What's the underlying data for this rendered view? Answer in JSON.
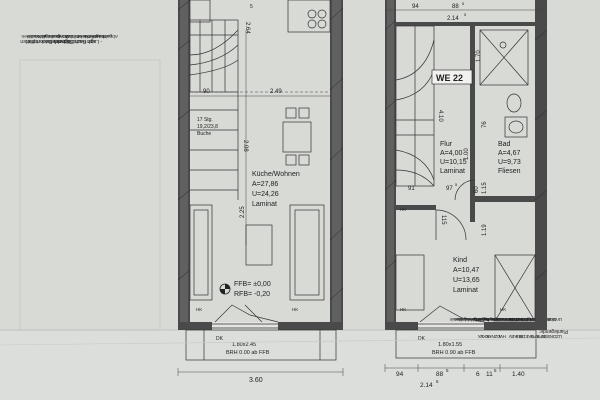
{
  "notes": {
    "hinweise_title": "Hinweise:",
    "lage_lines": [
      "- Lage Grundflächenfenster richtet",
      "sich nach Lage der Deckenplatten"
    ],
    "abhaengig_lines": [
      "Abgehängte Decke in WC, Bad und Küche",
      "nach Höhe der Entlüftungselemente.",
      "Raumhöhe so hoch wie möglich wählen"
    ],
    "planlegende_title": "Planlegende:",
    "legend_codes": [
      "UZ",
      "OK",
      "SBS",
      "BFB",
      "RFB",
      "UK",
      "EDB",
      "IBB",
      "AB",
      "V",
      "HW",
      "UZ",
      "NKL",
      "RKL",
      "VK"
    ],
    "legend_texts": [
      "Unterzug",
      "Oberkante",
      "Sturzoberkante Decke",
      "Brüstungsoberkante",
      "Rohfußboden",
      "Unterkante",
      "Estrichdämmung",
      "Installationswand",
      "Abwasserleitung",
      "Vorwandinstallation",
      "Heizungsverteiler",
      "Unterzug",
      "Nebenabgaskamin",
      "Rauchabzugskamin",
      "Verkehrslasten"
    ]
  },
  "left_unit": {
    "top_dims": [
      "2.64",
      "5"
    ],
    "stair_label_lines": [
      "17 Stg.",
      "19,2/23,8",
      "Buche"
    ],
    "dim_90": "90",
    "dim_249": "2.49",
    "dim_208": "2.08",
    "dim_225": "2.25",
    "room_name": "Küche/Wohnen",
    "room_area": "A=27,86",
    "room_perimeter": "U=24,26",
    "room_floor": "Laminat",
    "ffb": "FFB= ±0,00",
    "rfb": "RFB= -0,20",
    "window_lines": [
      "1.80x2.45",
      "BRH 0.00 ab FFB"
    ],
    "dk": "DK",
    "hk": "HK",
    "bottom_dim": "3.60"
  },
  "right_unit": {
    "top_dims": [
      "94",
      "88",
      "5",
      "2.14",
      "5"
    ],
    "unit_label": "WE 22",
    "flur_name": "Flur",
    "flur_area": "A=4,00",
    "flur_perimeter": "U=10,15",
    "flur_floor": "Laminat",
    "bad_name": "Bad",
    "bad_area": "A=4,67",
    "bad_perimeter": "U=9,73",
    "bad_floor": "Fliesen",
    "kind_name": "Kind",
    "kind_area": "A=10,47",
    "kind_perimeter": "U=13,65",
    "kind_floor": "Laminat",
    "dims": {
      "d410": "4.10",
      "d170": "1.70",
      "d76": "76",
      "d100": "1.00",
      "d91": "91",
      "d97": "97",
      "d5": "5",
      "d60": "60",
      "d115": "1.15",
      "d115b": "115",
      "d119": "1.19"
    },
    "window_lines": [
      "1.80x1.55",
      "BRH 0.90 ab FFB"
    ],
    "dk": "DK",
    "hk": "HK",
    "bottom_dims": [
      "94",
      "88",
      "5",
      "6",
      "11",
      "5",
      "1.40",
      "2.14",
      "5"
    ]
  }
}
